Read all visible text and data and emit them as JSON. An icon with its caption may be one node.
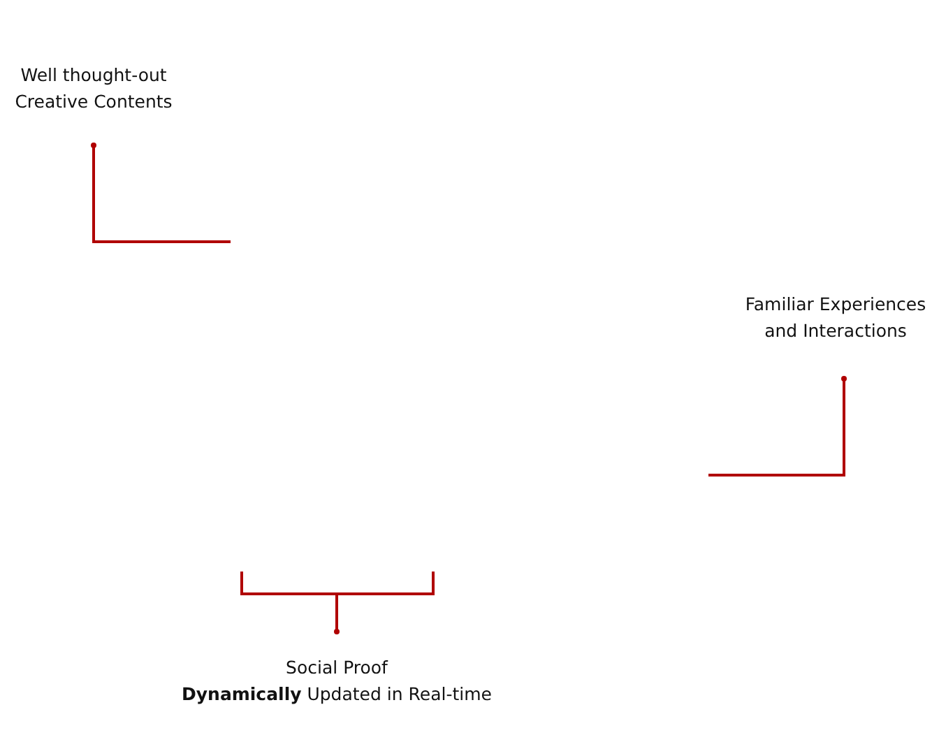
{
  "diagram": {
    "nodes": [
      {
        "text": [
          "Well thought-out Creative Contents"
        ]
      },
      {
        "text": [
          "Familiar Experiences and Interactions"
        ]
      },
      {
        "text": [
          "Social Proof",
          "**Dynamically** Updated in Real-time"
        ]
      }
    ],
    "edges": [
      {
        "from": 0,
        "to": null,
        "arrow": "other"
      },
      {
        "from": 1,
        "to": null,
        "arrow": "other"
      },
      {
        "from": 2,
        "to": null,
        "arrow": "other"
      }
    ]
  }
}
